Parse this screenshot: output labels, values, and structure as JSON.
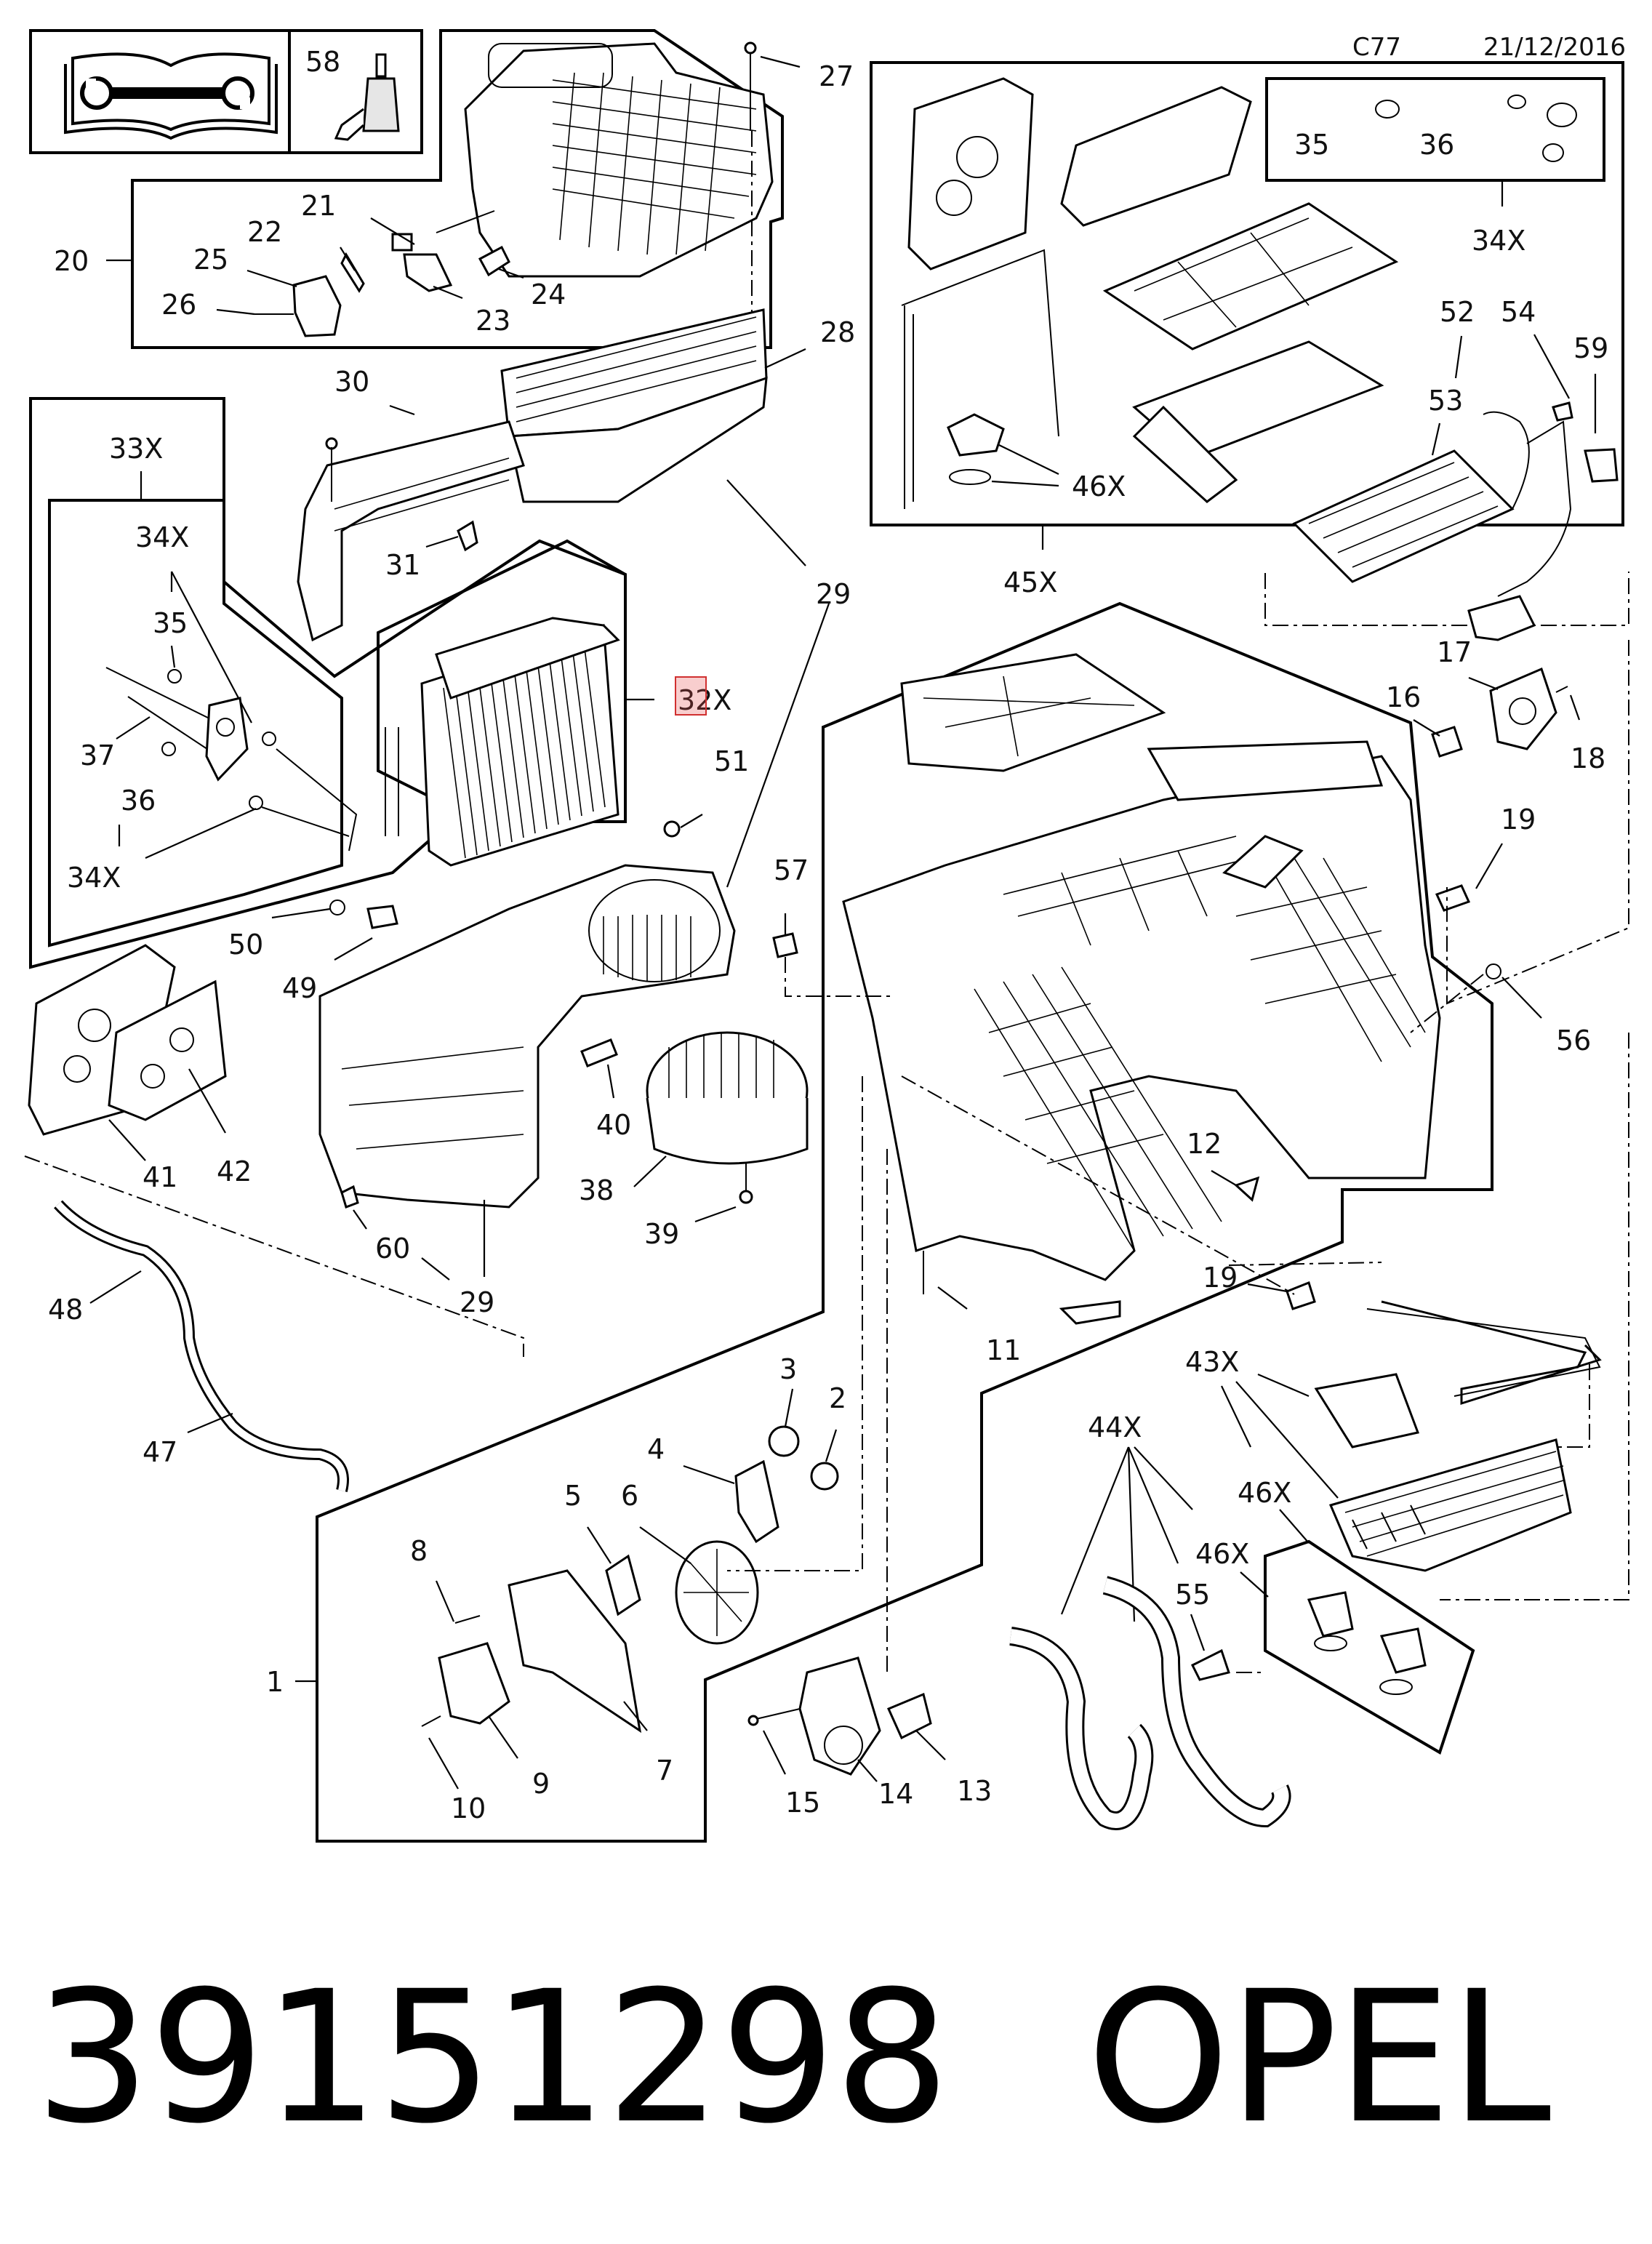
{
  "header": {
    "code": "C77",
    "date": "21/12/2016"
  },
  "callouts": {
    "c1": "1",
    "c2": "2",
    "c3": "3",
    "c4": "4",
    "c5": "5",
    "c6": "6",
    "c7": "7",
    "c8": "8",
    "c9": "9",
    "c10": "10",
    "c11": "11",
    "c12": "12",
    "c13": "13",
    "c14": "14",
    "c15": "15",
    "c16": "16",
    "c17": "17",
    "c18": "18",
    "c19a": "19",
    "c19b": "19",
    "c20": "20",
    "c21": "21",
    "c22": "22",
    "c23": "23",
    "c24": "24",
    "c25": "25",
    "c26": "26",
    "c27": "27",
    "c28": "28",
    "c29a": "29",
    "c29b": "29",
    "c30": "30",
    "c31": "31",
    "c32": "32X",
    "c33": "33X",
    "c34a": "34X",
    "c34b": "34X",
    "c34c": "34X",
    "c35a": "35",
    "c35b": "35",
    "c36a": "36",
    "c36b": "36",
    "c37": "37",
    "c38": "38",
    "c39": "39",
    "c40": "40",
    "c41": "41",
    "c42": "42",
    "c43": "43X",
    "c44": "44X",
    "c45": "45X",
    "c46a": "46X",
    "c46b": "46X",
    "c46c": "46X",
    "c47": "47",
    "c48": "48",
    "c49": "49",
    "c50": "50",
    "c51": "51",
    "c52": "52",
    "c53": "53",
    "c54": "54",
    "c55": "55",
    "c56": "56",
    "c57": "57",
    "c58": "58",
    "c59": "59",
    "c60": "60"
  },
  "footer": {
    "part_number": "39151298",
    "brand": "OPEL"
  },
  "icons": {
    "manual": "service-manual-wrench-icon",
    "adhesive": "adhesive-tube-icon"
  }
}
